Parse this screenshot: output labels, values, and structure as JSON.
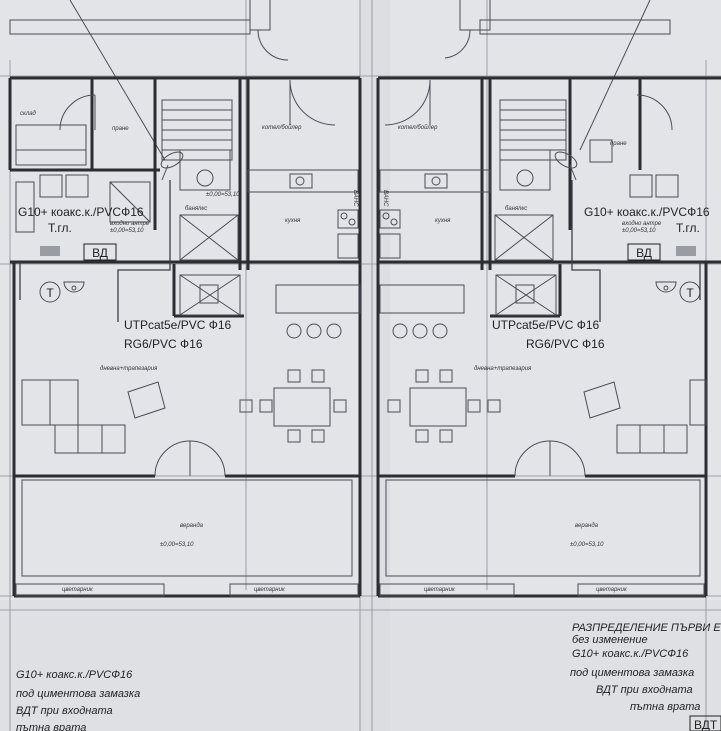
{
  "sheet": {
    "left_unit": {
      "rooms": {
        "storage": "склад",
        "laundry": "пране",
        "boiler_room": "котел/бойлер",
        "kitchen": "кухня",
        "bathroom": "баня/wc",
        "living_dining": "дневна+трапезария",
        "veranda": "веранда",
        "flowerbed": "цветарник"
      },
      "level_marks": {
        "entrance": "входно антре",
        "entrance_level": "±0,00=53,10",
        "bathroom_level": "±0,00=53,10",
        "veranda_level": "±0,00=53,10"
      },
      "cable_annotations": {
        "coax": "G10+ коакс.к./PVCФ16",
        "phone": "Т.гл.",
        "vdt_box": "ВД",
        "utp": "UTPcat5e/PVC  Ф16",
        "rg6": "RG6/PVC  Ф16"
      },
      "notes": {
        "coax": "G10+ коакс.к./PVCФ16",
        "line1": "под циментова замазка",
        "line2": "ВДТ при входната",
        "line3": "пътна врата"
      },
      "side_label": "ВАНС"
    },
    "right_unit": {
      "rooms": {
        "boiler_room": "котел/бойлер",
        "kitchen": "кухня",
        "laundry": "пране",
        "bathroom": "баня/wc",
        "living_dining": "дневна+трапезария",
        "veranda": "веранда",
        "flowerbed": "цветарник"
      },
      "level_marks": {
        "entrance": "входно антре",
        "entrance_level": "±0,00=53,10",
        "veranda_level": "±0,00=53,10"
      },
      "cable_annotations": {
        "coax": "G10+ коакс.к./PVCФ16",
        "phone": "Т.гл.",
        "vdt_box": "ВД",
        "utp": "UTPcat5e/PVC  Ф16",
        "rg6": "RG6/PVC  Ф16"
      },
      "notes": {
        "title": "РАЗПРЕДЕЛЕНИЕ ПЪРВИ ЕТАЖ",
        "subtitle": "без изменение",
        "coax": "G10+ коакс.к./PVCФ16",
        "line1": "под циментова замазка",
        "line2": "ВДТ при входната",
        "line3": "пътна врата",
        "vdt_box": "ВДТ"
      },
      "side_label": "ВАНС"
    }
  },
  "symbols": {
    "phone_socket": "T",
    "satellite_dish": "satellite-dish-icon",
    "washbasin": "washbasin-icon"
  }
}
